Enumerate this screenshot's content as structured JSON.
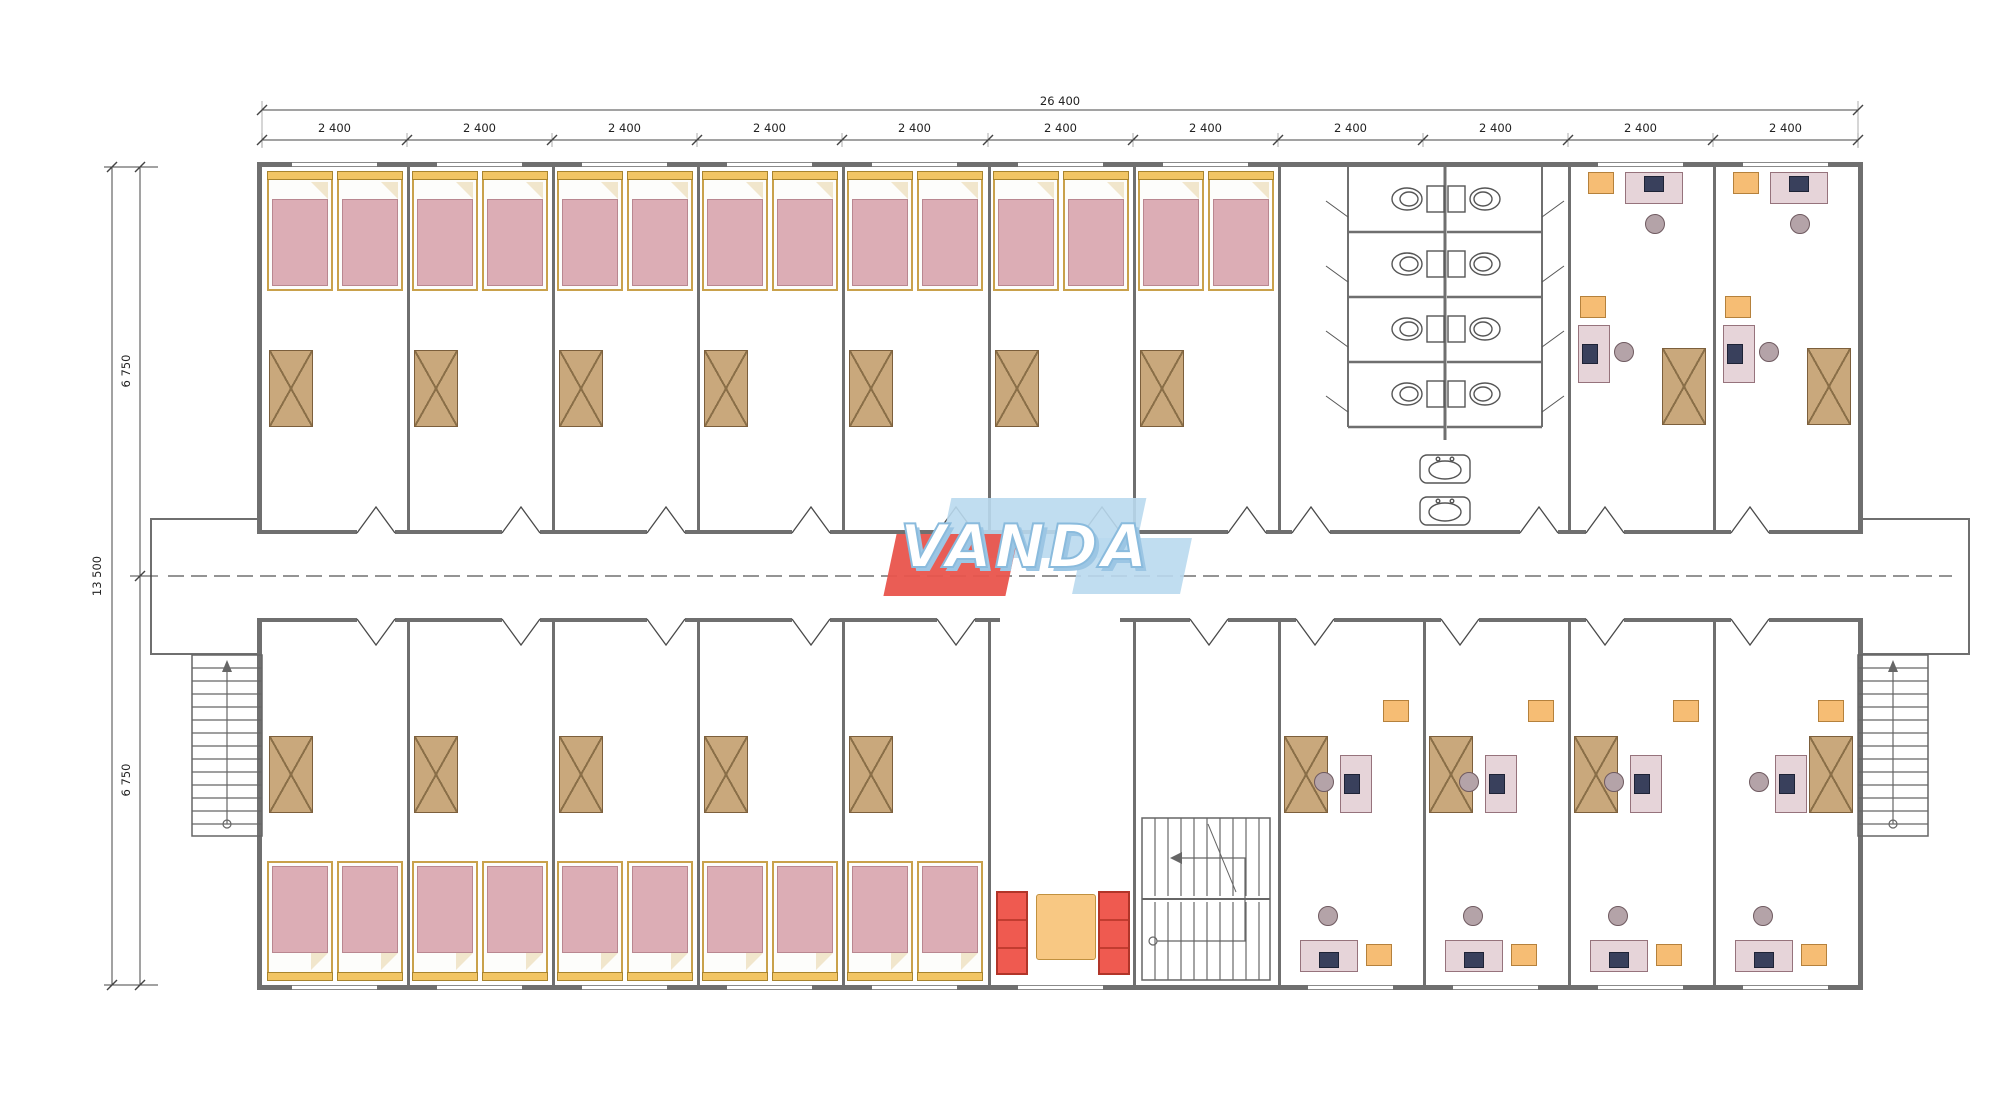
{
  "watermark": {
    "text": "VANDA",
    "blue": "#b9d9ee",
    "red": "#e9544c"
  },
  "dims": {
    "total_width": "26 400",
    "modules": [
      "2 400",
      "2 400",
      "2 400",
      "2 400",
      "2 400",
      "2 400",
      "2 400",
      "2 400",
      "2 400",
      "2 400",
      "2 400"
    ],
    "total_height": "13 500",
    "half_height": "6 750"
  },
  "palette": {
    "wall": "#6f6f6f",
    "bed_blanket": "#dcadb5",
    "bed_frame": "#c9a14b",
    "wardrobe": "#c9a87c",
    "cabinet_orange": "#f6bd74",
    "desk": "#e6d4d9",
    "computer": "#39405c",
    "sofa_red": "#ef5a50",
    "table_orange": "#f8c883"
  }
}
